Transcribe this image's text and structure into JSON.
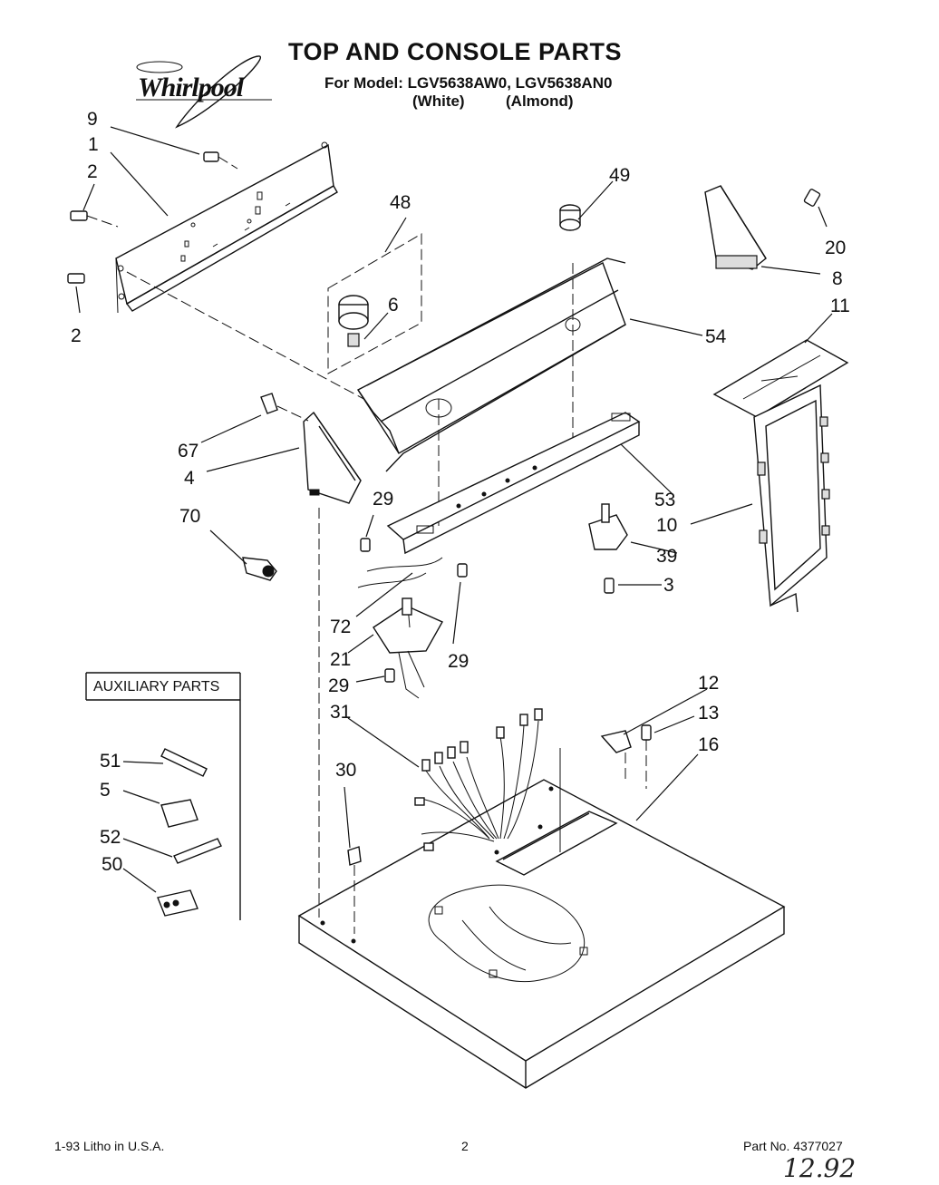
{
  "header": {
    "brand": "Whirlpool",
    "title": "TOP AND CONSOLE PARTS",
    "model_line": "For Model: LGV5638AW0, LGV5638AN0",
    "white_label": "(White)",
    "almond_label": "(Almond)"
  },
  "auxiliary": {
    "title": "AUXILIARY PARTS"
  },
  "callouts": {
    "c9": "9",
    "c1": "1",
    "c2a": "2",
    "c2b": "2",
    "c48": "48",
    "c6": "6",
    "c49": "49",
    "c20": "20",
    "c8": "8",
    "c11": "11",
    "c54": "54",
    "c67": "67",
    "c4": "4",
    "c53": "53",
    "c10": "10",
    "c70": "70",
    "c29a": "29",
    "c39": "39",
    "c3": "3",
    "c72": "72",
    "c21": "21",
    "c29b": "29",
    "c29c": "29",
    "c12": "12",
    "c13": "13",
    "c31": "31",
    "c16": "16",
    "c30": "30",
    "c51": "51",
    "c5": "5",
    "c52": "52",
    "c50": "50"
  },
  "footer": {
    "litho": "1-93 Litho in U.S.A.",
    "page_number": "2",
    "part_no": "Part No. 4377027",
    "handwritten": "12.92"
  }
}
